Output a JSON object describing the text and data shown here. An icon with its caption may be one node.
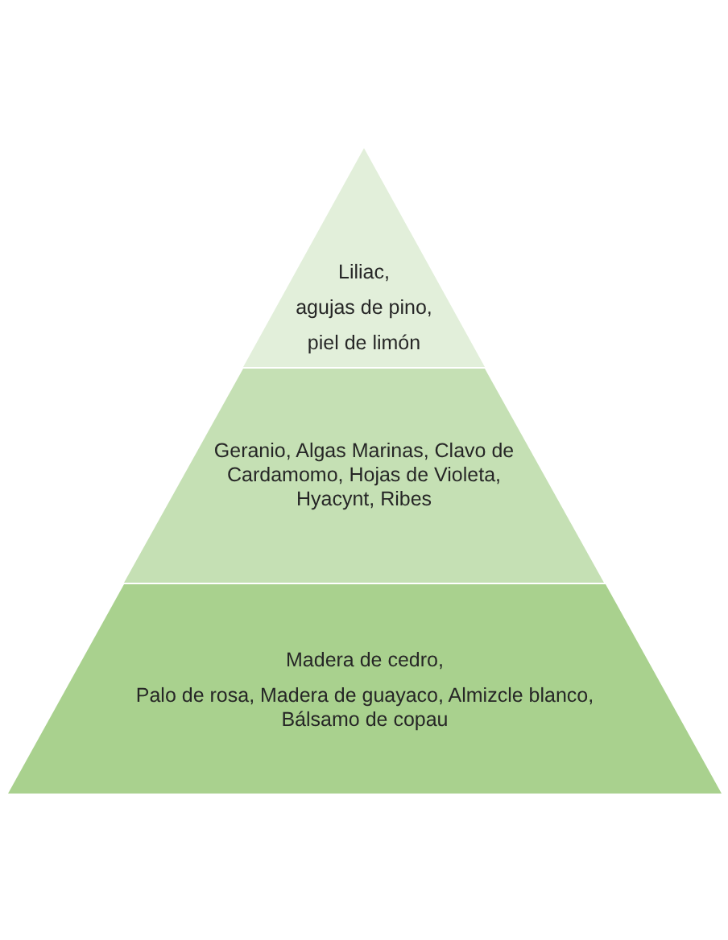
{
  "diagram": {
    "nodes": [
      {
        "text": [
          "Liliac,",
          "agujas de pino,",
          "piel de limón"
        ]
      },
      {
        "text": [
          "Geranio, Algas Marinas, Clavo de Cardamomo, Hojas de Violeta, Hyacynt, Ribes"
        ]
      },
      {
        "text": [
          "Madera de cedro,",
          "Palo de rosa, Madera de guayaco, Almizcle blanco, Bálsamo de copau"
        ]
      }
    ]
  }
}
